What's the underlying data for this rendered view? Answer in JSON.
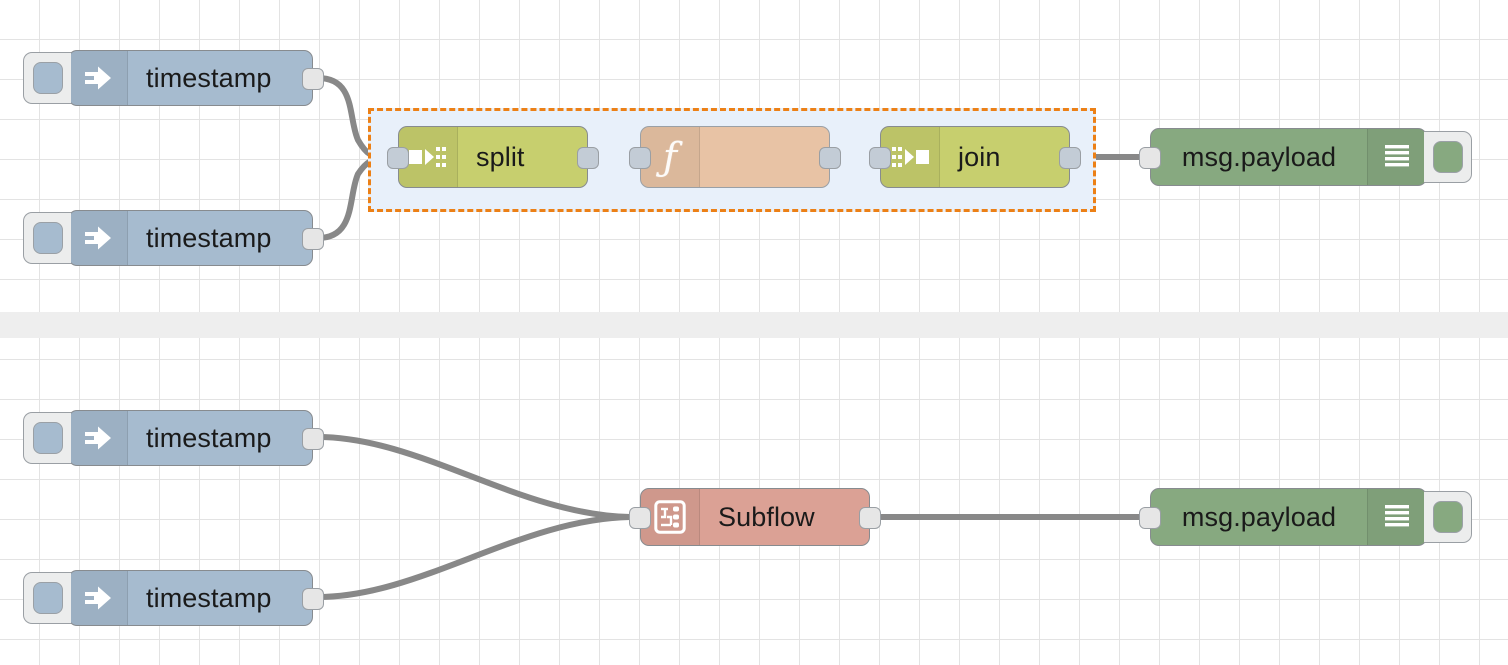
{
  "editor": {
    "name": "node-red-flow-editor",
    "canvas_background": "#ffffff",
    "grid_color": "#e3e3e3",
    "divider_band_color": "#eeeeee"
  },
  "colors": {
    "inject": "#a6bbcf",
    "split_join": "#c7cf6e",
    "function": "#e8c3a5",
    "subflow": "#dba195",
    "debug": "#87a980",
    "wire": "#888888",
    "group_fill": "#e8f0fa",
    "group_border": "#ec8016",
    "port": "#e6e6e6"
  },
  "flows": [
    {
      "id": "flow-top",
      "nodes": [
        {
          "id": "inject-1",
          "type": "inject",
          "label": "timestamp",
          "icon": "arrow-right-icon"
        },
        {
          "id": "inject-2",
          "type": "inject",
          "label": "timestamp",
          "icon": "arrow-right-icon"
        },
        {
          "id": "split-1",
          "type": "split",
          "label": "split",
          "icon": "split-icon"
        },
        {
          "id": "function-1",
          "type": "function",
          "label": "",
          "icon": "function-f-icon"
        },
        {
          "id": "join-1",
          "type": "join",
          "label": "join",
          "icon": "join-icon"
        },
        {
          "id": "debug-1",
          "type": "debug",
          "label": "msg.payload",
          "icon": "debug-lines-icon"
        }
      ],
      "group": {
        "id": "group-1",
        "selected": true,
        "members": [
          "split-1",
          "function-1",
          "join-1"
        ]
      }
    },
    {
      "id": "flow-bottom",
      "nodes": [
        {
          "id": "inject-3",
          "type": "inject",
          "label": "timestamp",
          "icon": "arrow-right-icon"
        },
        {
          "id": "inject-4",
          "type": "inject",
          "label": "timestamp",
          "icon": "arrow-right-icon"
        },
        {
          "id": "subflow-1",
          "type": "subflow",
          "label": "Subflow",
          "icon": "subflow-icon"
        },
        {
          "id": "debug-2",
          "type": "debug",
          "label": "msg.payload",
          "icon": "debug-lines-icon"
        }
      ]
    }
  ],
  "labels": {
    "timestamp_1": "timestamp",
    "timestamp_2": "timestamp",
    "timestamp_3": "timestamp",
    "timestamp_4": "timestamp",
    "split": "split",
    "function": "",
    "join": "join",
    "subflow": "Subflow",
    "debug_1": "msg.payload",
    "debug_2": "msg.payload"
  }
}
